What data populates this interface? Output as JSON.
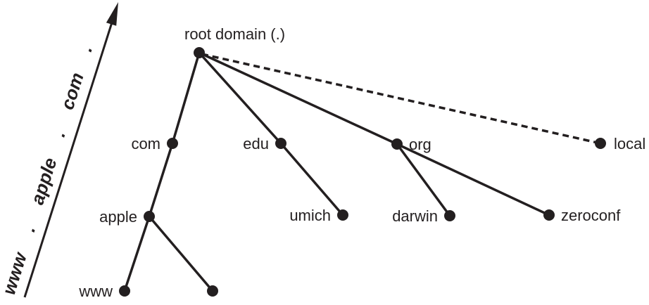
{
  "colors": {
    "ink": "#231f20",
    "background": "#ffffff"
  },
  "tree": {
    "nodes": [
      {
        "id": "root",
        "label": "root domain (.)",
        "label_side": "above"
      },
      {
        "id": "com",
        "label": "com",
        "label_side": "left"
      },
      {
        "id": "edu",
        "label": "edu",
        "label_side": "left"
      },
      {
        "id": "org",
        "label": "org",
        "label_side": "right"
      },
      {
        "id": "local",
        "label": "local",
        "label_side": "right"
      },
      {
        "id": "apple",
        "label": "apple",
        "label_side": "left"
      },
      {
        "id": "umich",
        "label": "umich",
        "label_side": "left"
      },
      {
        "id": "darwin",
        "label": "darwin",
        "label_side": "left"
      },
      {
        "id": "zeroconf",
        "label": "zeroconf",
        "label_side": "right"
      },
      {
        "id": "www",
        "label": "www",
        "label_side": "left"
      },
      {
        "id": "unnamed",
        "label": "",
        "label_side": "none"
      }
    ],
    "edges": [
      {
        "from": "root",
        "to": "com",
        "style": "solid"
      },
      {
        "from": "root",
        "to": "edu",
        "style": "solid"
      },
      {
        "from": "root",
        "to": "org",
        "style": "solid"
      },
      {
        "from": "root",
        "to": "local",
        "style": "dashed"
      },
      {
        "from": "com",
        "to": "apple",
        "style": "solid"
      },
      {
        "from": "edu",
        "to": "umich",
        "style": "solid"
      },
      {
        "from": "org",
        "to": "darwin",
        "style": "solid"
      },
      {
        "from": "org",
        "to": "zeroconf",
        "style": "solid"
      },
      {
        "from": "apple",
        "to": "www",
        "style": "solid"
      },
      {
        "from": "apple",
        "to": "unnamed",
        "style": "solid"
      }
    ]
  },
  "fqdn_label": {
    "full": "www . apple . com .",
    "parts": [
      "www",
      ".",
      "apple",
      ".",
      "com",
      "."
    ]
  }
}
